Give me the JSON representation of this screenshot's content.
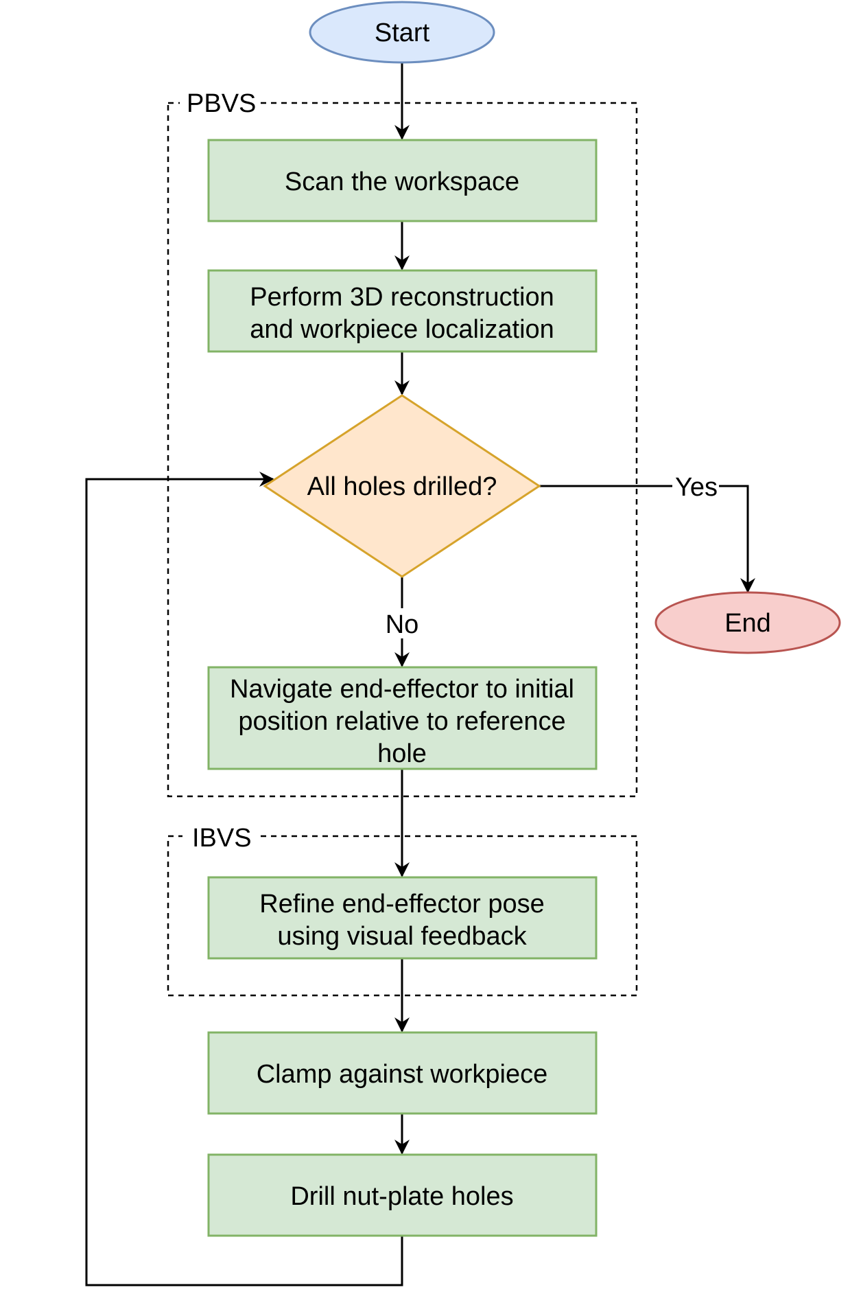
{
  "groups": {
    "pbvs": "PBVS",
    "ibvs": "IBVS"
  },
  "nodes": {
    "start": "Start",
    "end": "End",
    "scan": "Scan the workspace",
    "reconstruct": [
      "Perform 3D reconstruction",
      "and workpiece localization"
    ],
    "decision": "All holes drilled?",
    "navigate": [
      "Navigate end-effector to initial",
      "position relative to reference",
      "hole"
    ],
    "refine": [
      "Refine end-effector pose",
      "using visual feedback"
    ],
    "clamp": "Clamp against workpiece",
    "drill": "Drill nut-plate holes"
  },
  "edges": {
    "yes": "Yes",
    "no": "No"
  },
  "colors": {
    "process_fill": "#d5e8d4",
    "process_stroke": "#82b366",
    "decision_fill": "#ffe6cc",
    "decision_stroke": "#d6a32b",
    "start_fill": "#dae8fc",
    "start_stroke": "#6c8ebf",
    "end_fill": "#f8cecc",
    "end_stroke": "#b85450"
  }
}
